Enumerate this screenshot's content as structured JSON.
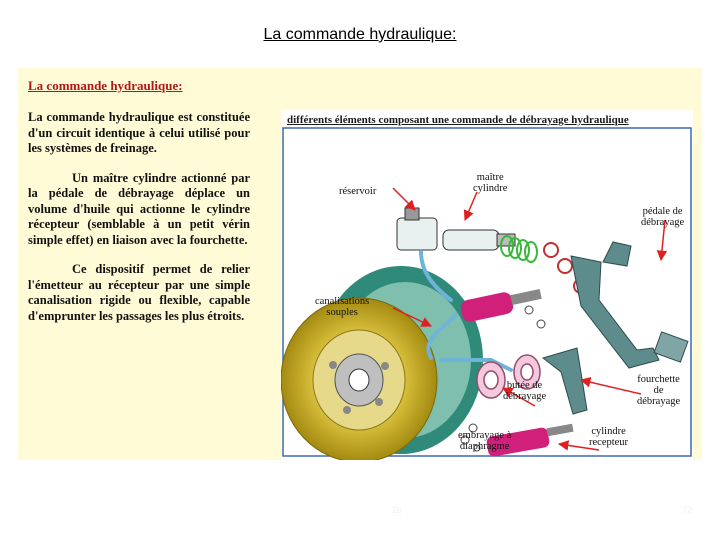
{
  "slide": {
    "title": "La commande hydraulique:"
  },
  "panel": {
    "heading": "La commande hydraulique:",
    "paragraphs": [
      "La commande hydraulique est constituée d'un circuit identique à celui utilisé pour les systèmes de freinage.",
      "Un maître cylindre actionné par la pédale de débrayage déplace un volume d'huile qui actionne le cylindre récepteur (semblable à un petit vérin simple effet) en liaison avec la fourchette.",
      "Ce dispositif permet de relier l'émetteur au récepteur par une simple canalisation rigide ou flexible, capable d'emprunter les passages les plus étroits."
    ]
  },
  "figure": {
    "title": "différents éléments composant une commande de débrayage hydraulique",
    "labels": {
      "reservoir": "réservoir",
      "maitre_cylindre_1": "maître",
      "maitre_cylindre_2": "cylindre",
      "pedale_1": "pédale de",
      "pedale_2": "débrayage",
      "canalisations_1": "canalisations",
      "canalisations_2": "souples",
      "fourchette_1": "fourchette",
      "fourchette_2": "de",
      "fourchette_3": "débrayage",
      "butee_1": "butée de",
      "butee_2": "débrayage",
      "cylindre_recepteur_1": "cylindre",
      "cylindre_recepteur_2": "recepteur",
      "embrayage_1": "embrayage à",
      "embrayage_2": "diaphragme"
    },
    "colors": {
      "arrow": "#e02020",
      "cylinder": "#d0207a",
      "pedal": "#5e8c8c",
      "spring": "#3ab83a",
      "disc": "#c8b020",
      "pressure_plate": "#2f8a7a"
    }
  },
  "footer": {
    "left_number": "26",
    "right_number": "72"
  }
}
